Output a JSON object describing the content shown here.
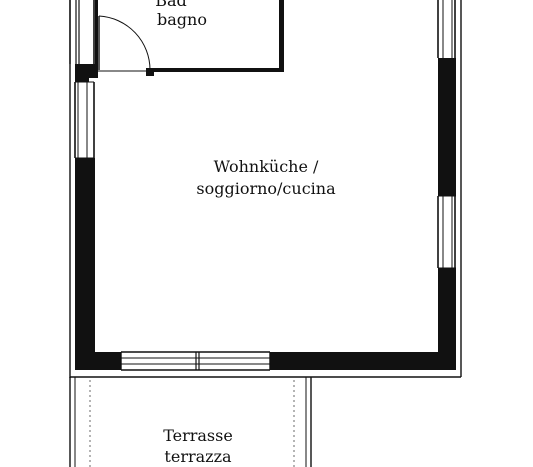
{
  "rooms": {
    "bath": {
      "line1": "Bad",
      "line2": "bagno"
    },
    "living": {
      "line1": "Wohnküche /",
      "line2": "soggiorno/cucina"
    },
    "terrace": {
      "line1": "Terrasse",
      "line2": "terrazza"
    }
  },
  "colors": {
    "wall": "#111111",
    "background": "#ffffff",
    "line": "#111111"
  }
}
